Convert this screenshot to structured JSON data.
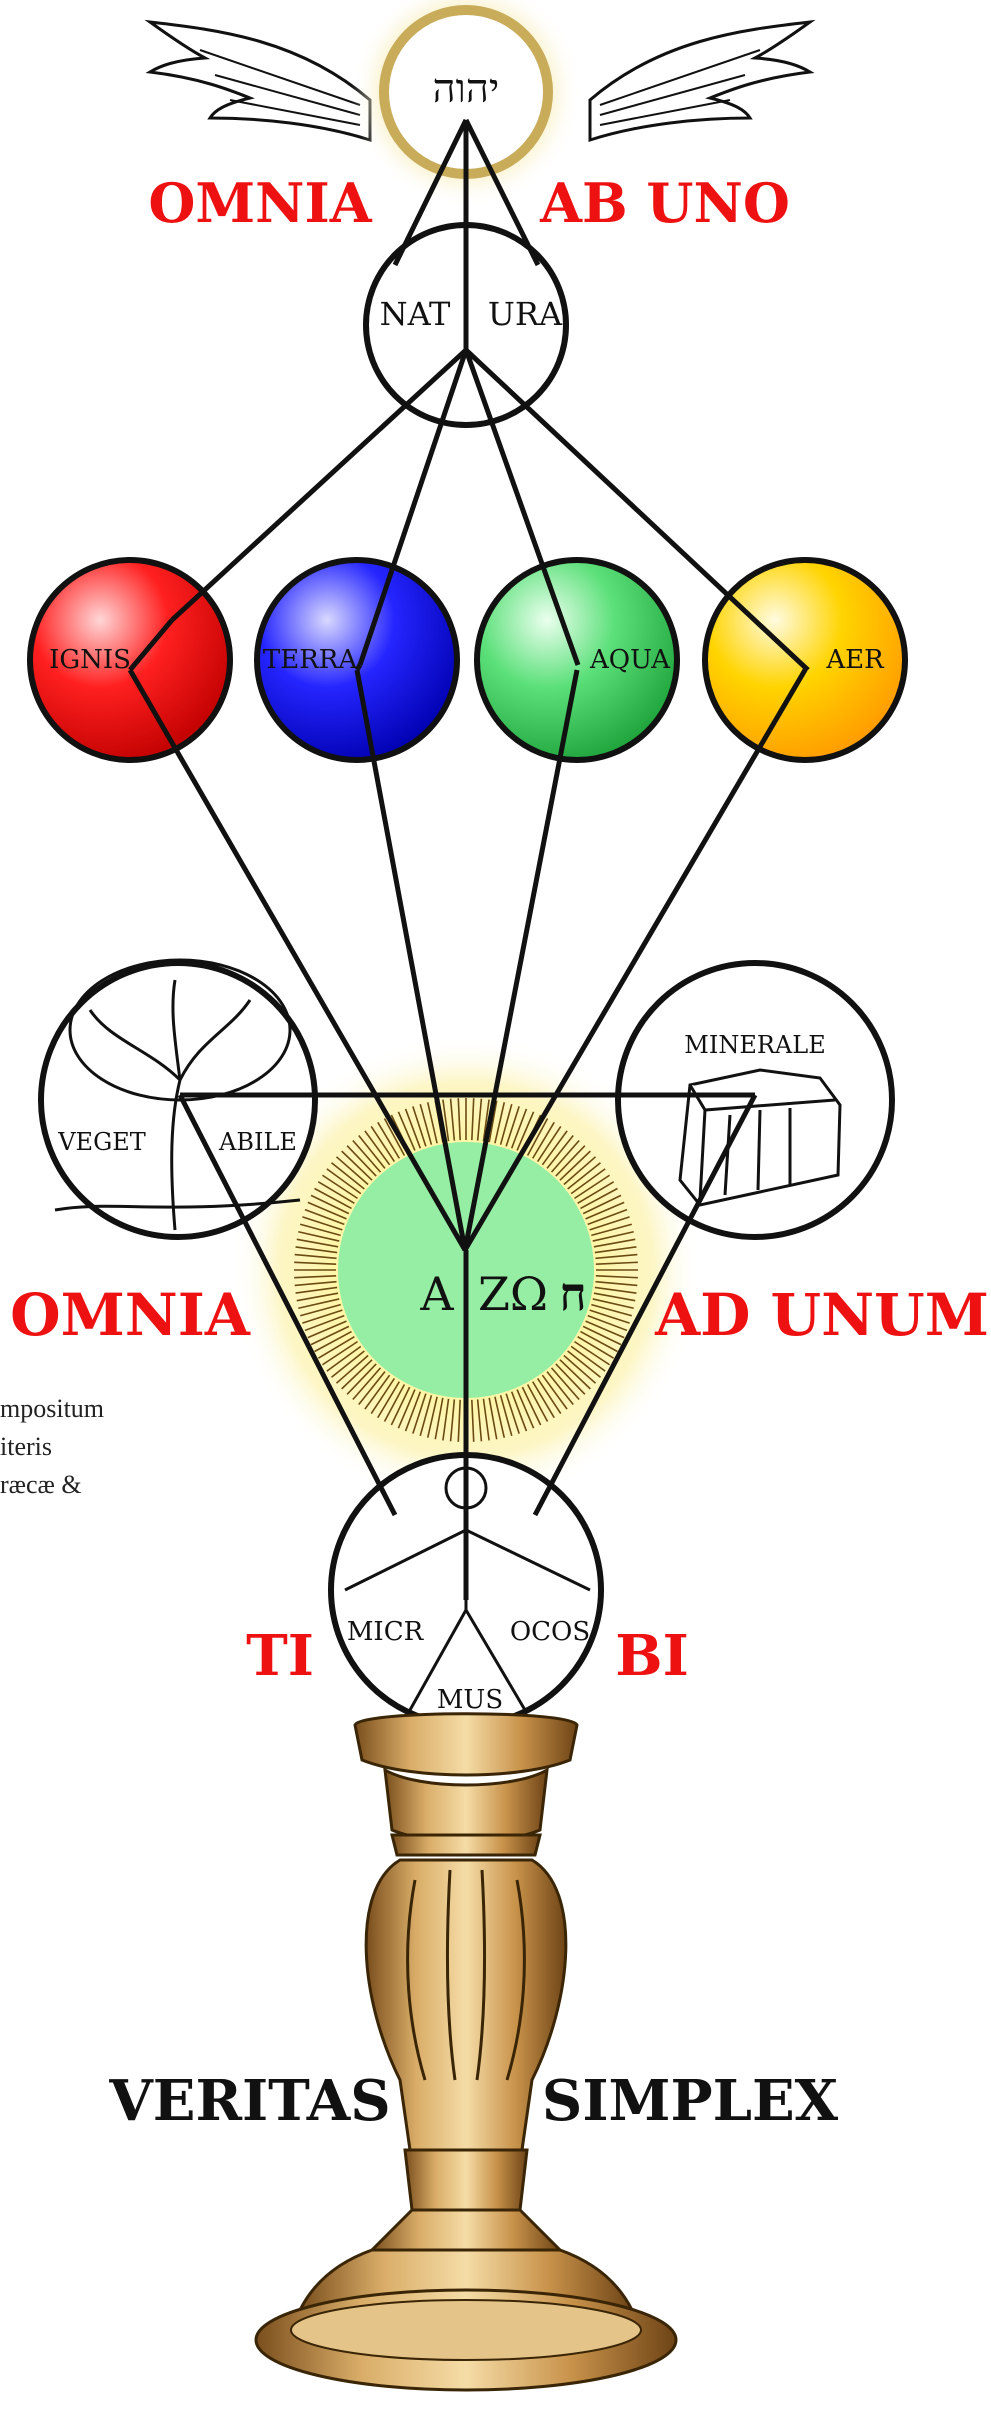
{
  "top": {
    "hebrew_name": "יהוה",
    "left_motto": "OMNIA",
    "right_motto": "AB UNO"
  },
  "natura": {
    "left": "NAT",
    "right": "URA"
  },
  "elements": [
    {
      "label": "IGNIS",
      "color": "#ff1a1a"
    },
    {
      "label": "TERRA",
      "color": "#1a1aff"
    },
    {
      "label": "AQUA",
      "color": "#33dd55"
    },
    {
      "label": "AER",
      "color": "#ffd400"
    }
  ],
  "kingdoms": {
    "vegetabile_left": "VEGET",
    "vegetabile_right": "ABILE",
    "minerale": "MINERALE"
  },
  "center": {
    "alpha": "A",
    "zoon": "ZΩ",
    "het": "ח",
    "left_motto": "OMNIA",
    "right_motto": "AD UNUM"
  },
  "side_note": [
    "mpositum",
    "iteris",
    "ræcæ &"
  ],
  "microcosmus": {
    "left": "MICR",
    "right": "OCOS",
    "bottom": "MUS",
    "left_motto": "TI",
    "right_motto": "BI"
  },
  "base": {
    "left_motto": "VERITAS",
    "right_motto": "SIMPLEX"
  },
  "colors": {
    "motto_red": "#ee1111",
    "motto_black": "#111111",
    "center_green": "#96eea4",
    "pedestal": "#c89a55"
  }
}
